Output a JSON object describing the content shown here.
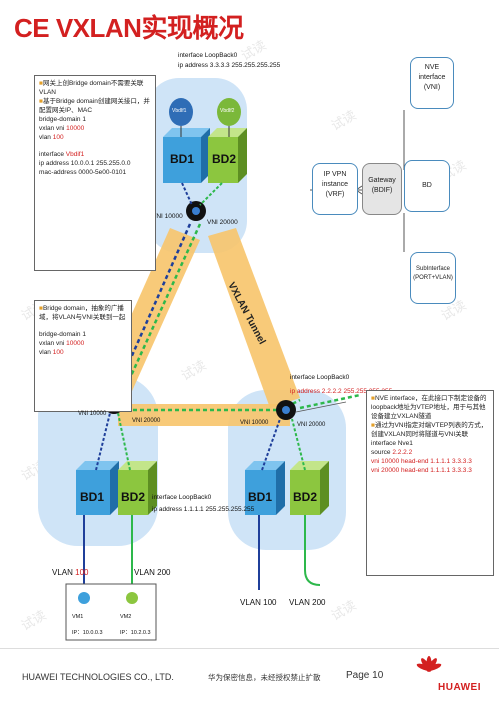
{
  "title": "CE VXLAN实现概况",
  "top_switch": {
    "interface_label": "interface LoopBack0",
    "ip_label": "ip address 3.3.3.3 255.255.255.255",
    "vbdif1": "VbdIf1",
    "vbdif2": "VbdIf2",
    "bd1": "BD1",
    "bd2": "BD2",
    "vni_left": "VNI 10000",
    "vni_right": "VNI 20000"
  },
  "top_note": {
    "bullet1": "网关上创Bridge domain不需要关联VLAN",
    "bullet2": "基于Bridge domain创建网关接口，并配置网关IP、MAC",
    "line1": "bridge-domain 1",
    "line2_prefix": "vxlan vni ",
    "line2_value": "10000",
    "line3_prefix": "vlan ",
    "line3_value": "100",
    "line4_prefix": "interface ",
    "line4_value": "Vbdif1",
    "line5": "ip address 10.0.0.1 255.255.0.0",
    "line6": "mac-address 0000-5e00-0101"
  },
  "mid_note": {
    "bullet1": "Bridge domain，抽象的广播域，将VLAN与VNI关联到一起",
    "line1": "bridge-domain 1",
    "line2_prefix": "vxlan vni ",
    "line2_value": "10000",
    "line3_prefix": "vlan ",
    "line3_value": "100"
  },
  "left_switch": {
    "vni_left": "VNI 10000",
    "vni_right": "VNI 20000",
    "bd1": "BD1",
    "bd2": "BD2",
    "interface_label": "interface LoopBack0",
    "ip_label": "ip address 1.1.1.1 255.255.255.255",
    "vlan100_prefix": "VLAN ",
    "vlan100_value": "100",
    "vlan200": "VLAN 200"
  },
  "right_switch": {
    "interface_label": "interface LoopBack0",
    "ip_label": "ip address 2.2.2.2 255.255.255.255",
    "vni_left": "VNI 10000",
    "vni_right": "VNI 20000",
    "bd1": "BD1",
    "bd2": "BD2",
    "vlan100": "VLAN 100",
    "vlan200": "VLAN 200"
  },
  "tunnel_label": "VXLAN Tunnel",
  "right_note": {
    "bullet1": "NVE interface，在此接口下制定设备的loopback地址为VTEP地址，用于与其他设备建立VXLAN隧道",
    "bullet2": "通过为VNI指定对端VTEP列表的方式，创建VXLAN同时将隧道与VNI关联",
    "line1": "interface Nve1",
    "line2_prefix": "source ",
    "line2_value": "2.2.2.2",
    "line3": "vni 10000 head-end 1.1.1.1 3.3.3.3",
    "line4": "vni 20000 head-end 1.1.1.1 3.3.3.3"
  },
  "vms": {
    "vm1_name": "VM1",
    "vm1_ip": "IP：10.0.0.3",
    "vm2_name": "VM2",
    "vm2_ip": "IP：10.2.0.3"
  },
  "logic": {
    "nve": "NVE interface (VNI)",
    "ipvpn": "IP VPN instance (VRF)",
    "gateway": "Gateway (BDIF)",
    "bd": "BD",
    "subif": "SubInterface (PORT+VLAN)"
  },
  "footer": {
    "company": "HUAWEI TECHNOLOGIES CO., LTD.",
    "confidential": "华为保密信息，未经授权禁止扩散",
    "page": "Page 10",
    "brand": "HUAWEI"
  },
  "colors": {
    "title_red": "#d32020",
    "cloud_blue": "#cfe4f7",
    "tunnel_yellow": "#f7c46a",
    "bd1_blue": "#3ea0dc",
    "bd2_green": "#8cc63f",
    "line_blue": "#1f3f9a",
    "line_green": "#2db84b"
  }
}
